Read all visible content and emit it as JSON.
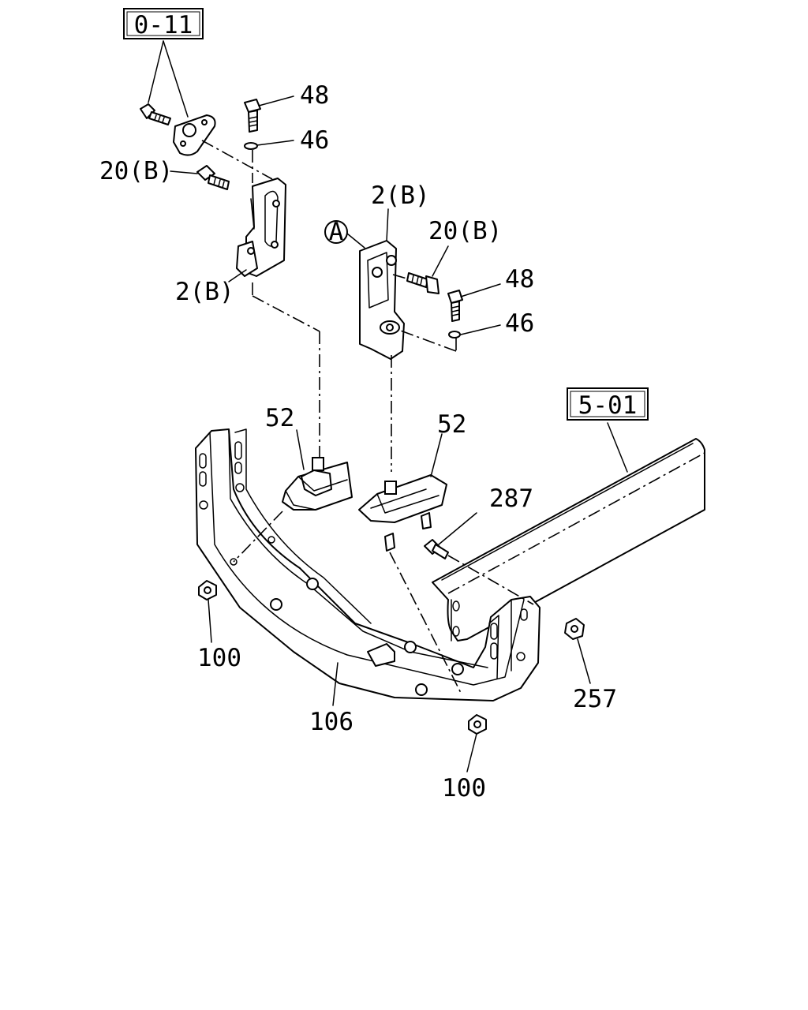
{
  "references": {
    "ref_0_11": "0-11",
    "ref_5_01": "5-01"
  },
  "callout": "A",
  "labels": {
    "l48_top": "48",
    "l46_top": "46",
    "l20b_left": "20(B)",
    "l2b_left": "2(B)",
    "l2b_right": "2(B)",
    "l20b_right": "20(B)",
    "l48_right": "48",
    "l46_right": "46",
    "l52_left": "52",
    "l52_right": "52",
    "l287": "287",
    "l100_left": "100",
    "l100_bottom": "100",
    "l106": "106",
    "l257": "257"
  }
}
